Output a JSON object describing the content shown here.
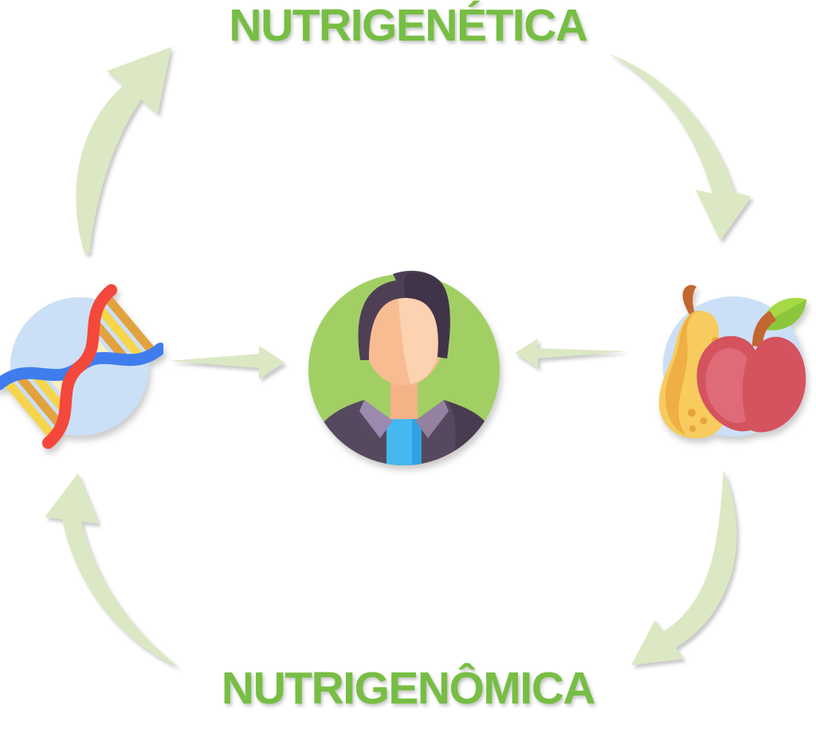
{
  "titles": {
    "top": "NUTRIGENÉTICA",
    "bottom": "NUTRIGENÔMICA"
  },
  "palette": {
    "title": "#77BE44",
    "arrow": "#DCE8C3",
    "circle_blue": "#CBE0F7",
    "circle_green": "#A2CF64",
    "dna_red": "#F4483C",
    "dna_blue": "#3F7DEE",
    "rung_gold": "#E2A23E",
    "rung_yellow": "#F6D44C",
    "rung_cream": "#FBEFC3",
    "pear_yellow": "#F7CB5D",
    "pear_shade": "#EFAF44",
    "pear_dot": "#E8A43B",
    "stem_brown": "#C2672F",
    "apple_red": "#D5525F",
    "apple_highlight": "#DE6B77",
    "leaf_light": "#A6DA45",
    "leaf_dark": "#8CC63B",
    "hair": "#4E3F55",
    "hair_dark": "#413448",
    "skin_light": "#FCD2B0",
    "skin_shade": "#F5B287",
    "face_base": "#F8BC93",
    "jacket": "#56495F",
    "jacket_dark": "#493C50",
    "collar": "#9C89AF",
    "shirt": "#45B8F0",
    "shirt_dark": "#2FA3E2"
  },
  "diagram": {
    "nodes": [
      {
        "id": "dna",
        "icon": "dna-helix-icon"
      },
      {
        "id": "person",
        "icon": "person-avatar-icon"
      },
      {
        "id": "food",
        "icon": "pear-apple-icon"
      }
    ],
    "arrows": [
      {
        "id": "dna-to-nutrigenetica",
        "direction": "up-right"
      },
      {
        "id": "nutrigenetica-to-food",
        "direction": "down"
      },
      {
        "id": "dna-to-person",
        "direction": "right"
      },
      {
        "id": "food-to-person",
        "direction": "left"
      },
      {
        "id": "food-to-nutrigenomica",
        "direction": "down-left"
      },
      {
        "id": "nutrigenomica-to-dna",
        "direction": "up"
      }
    ]
  }
}
